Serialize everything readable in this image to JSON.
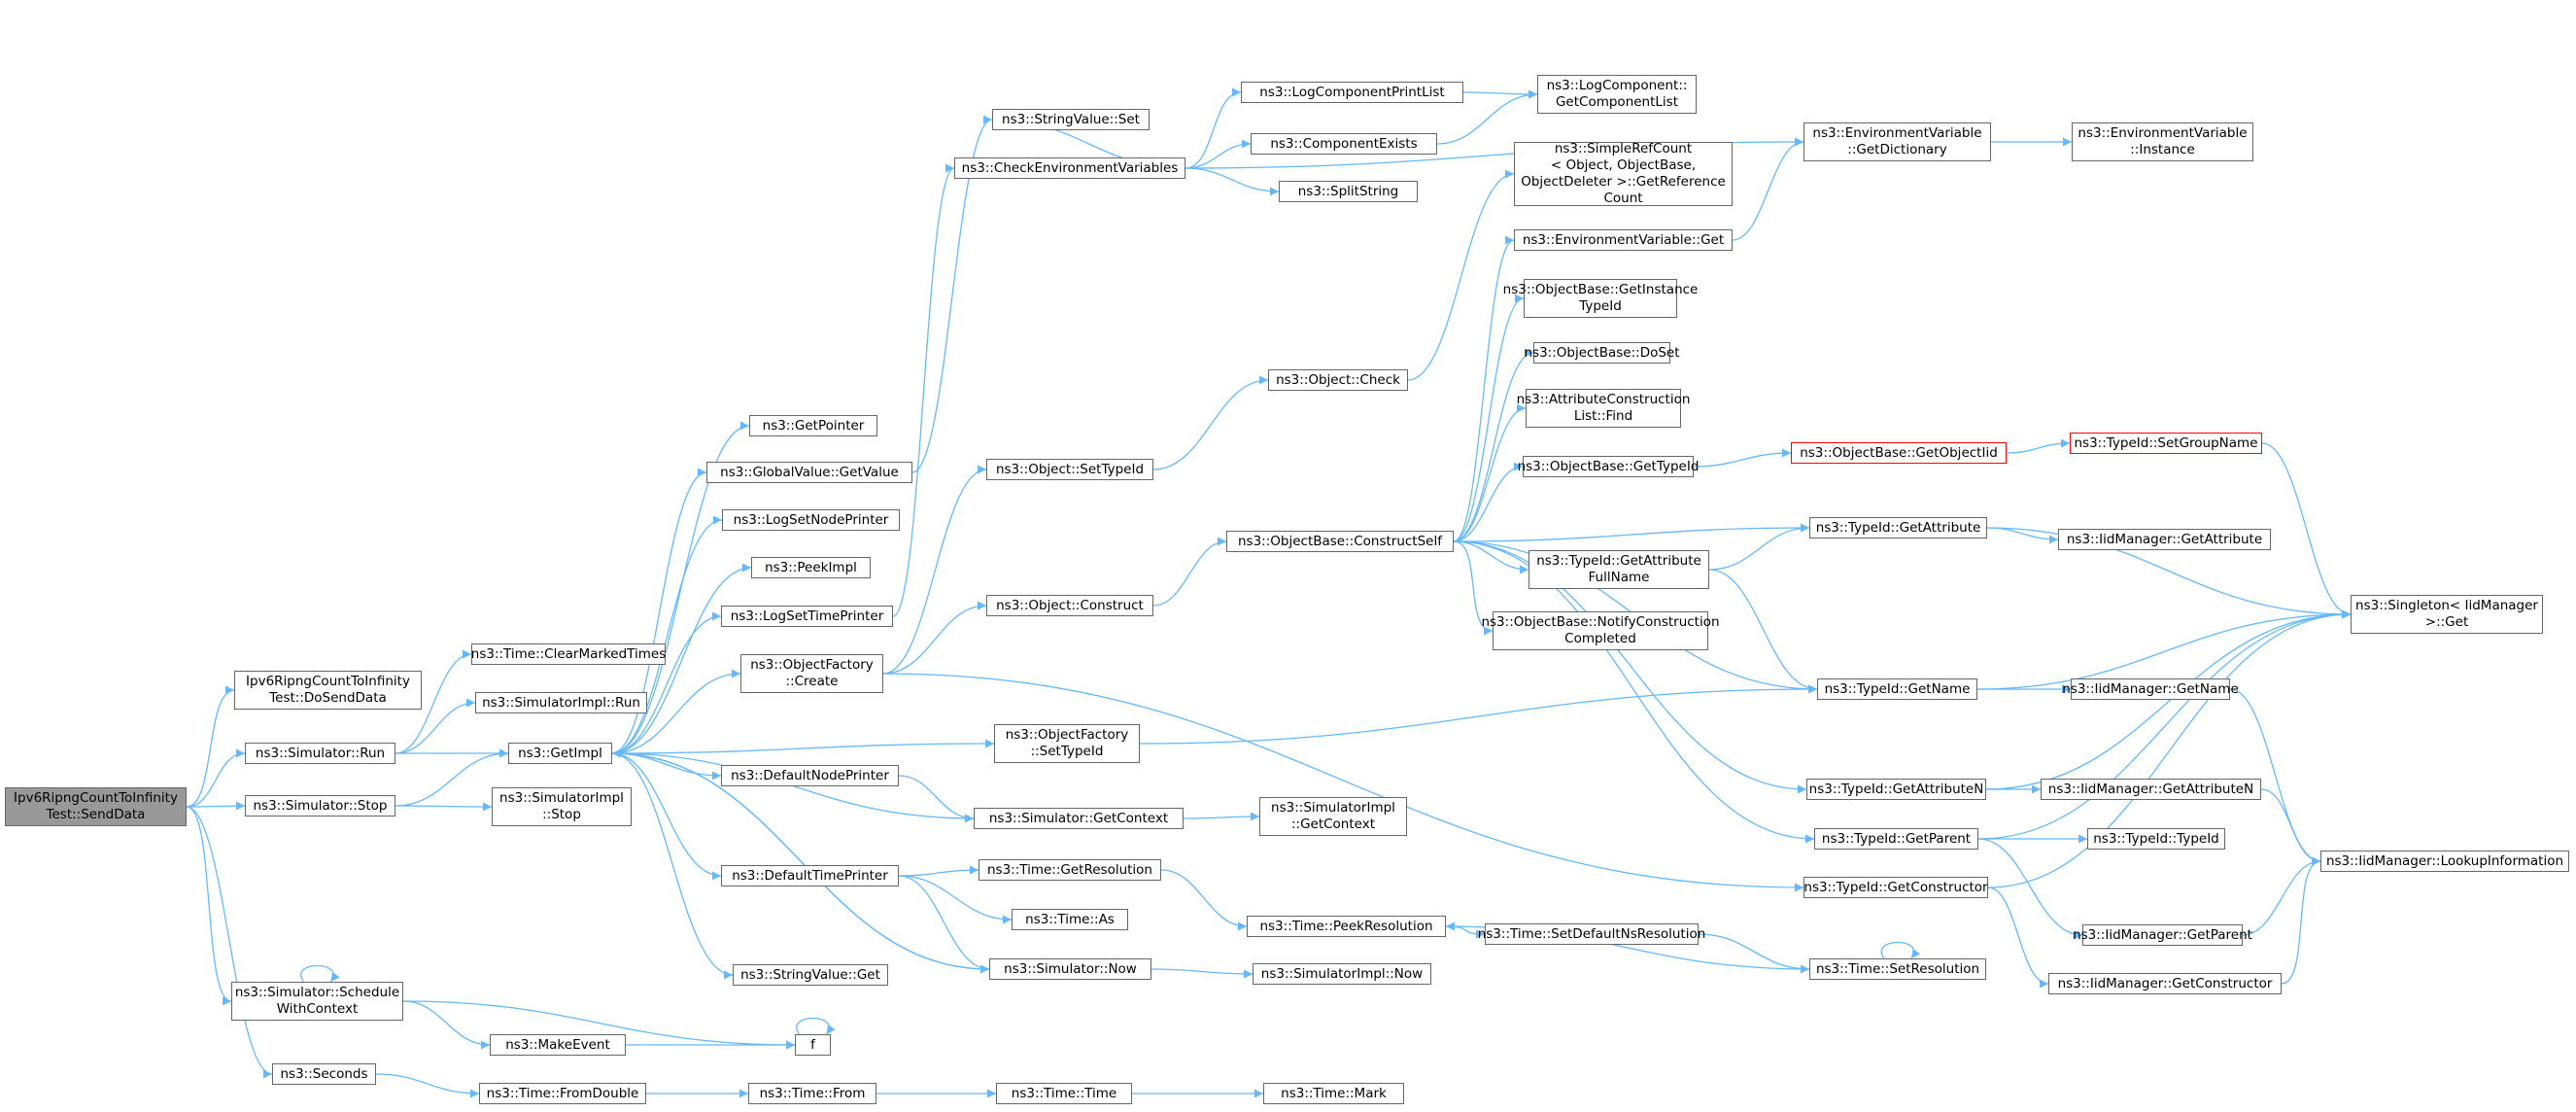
{
  "graph": {
    "edge_color": "#63b8ff",
    "node_border": "#666666",
    "root_fill": "#999999",
    "truncated_border": "#ff0000",
    "nodes": [
      {
        "id": "root",
        "lines": [
          "Ipv6RipngCountToInfinity",
          "Test::SendData"
        ],
        "style": "root"
      },
      {
        "id": "dosend",
        "lines": [
          "Ipv6RipngCountToInfinity",
          "Test::DoSendData"
        ]
      },
      {
        "id": "simrun",
        "lines": [
          "ns3::Simulator::Run"
        ]
      },
      {
        "id": "simstop",
        "lines": [
          "ns3::Simulator::Stop"
        ]
      },
      {
        "id": "schedctx",
        "lines": [
          "ns3::Simulator::Schedule",
          "WithContext"
        ]
      },
      {
        "id": "seconds",
        "lines": [
          "ns3::Seconds"
        ]
      },
      {
        "id": "clearmarked",
        "lines": [
          "ns3::Time::ClearMarkedTimes"
        ]
      },
      {
        "id": "implrun",
        "lines": [
          "ns3::SimulatorImpl::Run"
        ]
      },
      {
        "id": "getimpl",
        "lines": [
          "ns3::GetImpl"
        ]
      },
      {
        "id": "implstop",
        "lines": [
          "ns3::SimulatorImpl",
          "::Stop"
        ]
      },
      {
        "id": "makeevent",
        "lines": [
          "ns3::MakeEvent"
        ]
      },
      {
        "id": "f",
        "lines": [
          "f"
        ]
      },
      {
        "id": "fromdouble",
        "lines": [
          "ns3::Time::FromDouble"
        ]
      },
      {
        "id": "timefrom",
        "lines": [
          "ns3::Time::From"
        ]
      },
      {
        "id": "timetime",
        "lines": [
          "ns3::Time::Time"
        ]
      },
      {
        "id": "timemark",
        "lines": [
          "ns3::Time::Mark"
        ]
      },
      {
        "id": "getpointer",
        "lines": [
          "ns3::GetPointer"
        ]
      },
      {
        "id": "gvgetvalue",
        "lines": [
          "ns3::GlobalValue::GetValue"
        ]
      },
      {
        "id": "lognodeprinter",
        "lines": [
          "ns3::LogSetNodePrinter"
        ]
      },
      {
        "id": "peekimpl",
        "lines": [
          "ns3::PeekImpl"
        ]
      },
      {
        "id": "logtimeprinter",
        "lines": [
          "ns3::LogSetTimePrinter"
        ]
      },
      {
        "id": "ofcreate",
        "lines": [
          "ns3::ObjectFactory",
          "::Create"
        ]
      },
      {
        "id": "defnodeprinter",
        "lines": [
          "ns3::DefaultNodePrinter"
        ]
      },
      {
        "id": "deftimeprinter",
        "lines": [
          "ns3::DefaultTimePrinter"
        ]
      },
      {
        "id": "svget",
        "lines": [
          "ns3::StringValue::Get"
        ]
      },
      {
        "id": "svset",
        "lines": [
          "ns3::StringValue::Set"
        ]
      },
      {
        "id": "checkenv",
        "lines": [
          "ns3::CheckEnvironmentVariables"
        ]
      },
      {
        "id": "objsettypeid",
        "lines": [
          "ns3::Object::SetTypeId"
        ]
      },
      {
        "id": "objconstruct",
        "lines": [
          "ns3::Object::Construct"
        ]
      },
      {
        "id": "ofsettypeid",
        "lines": [
          "ns3::ObjectFactory",
          "::SetTypeId"
        ]
      },
      {
        "id": "simgetctx",
        "lines": [
          "ns3::Simulator::GetContext"
        ]
      },
      {
        "id": "timegetres",
        "lines": [
          "ns3::Time::GetResolution"
        ]
      },
      {
        "id": "timeas",
        "lines": [
          "ns3::Time::As"
        ]
      },
      {
        "id": "simnow",
        "lines": [
          "ns3::Simulator::Now"
        ]
      },
      {
        "id": "logcompprint",
        "lines": [
          "ns3::LogComponentPrintList"
        ]
      },
      {
        "id": "compexists",
        "lines": [
          "ns3::ComponentExists"
        ]
      },
      {
        "id": "splitstring",
        "lines": [
          "ns3::SplitString"
        ]
      },
      {
        "id": "objcheck",
        "lines": [
          "ns3::Object::Check"
        ]
      },
      {
        "id": "construct",
        "lines": [
          "ns3::ObjectBase::ConstructSelf"
        ]
      },
      {
        "id": "implgetctx",
        "lines": [
          "ns3::SimulatorImpl",
          "::GetContext"
        ]
      },
      {
        "id": "peekres",
        "lines": [
          "ns3::Time::PeekResolution"
        ]
      },
      {
        "id": "implnow",
        "lines": [
          "ns3::SimulatorImpl::Now"
        ]
      },
      {
        "id": "getcomplist",
        "lines": [
          "ns3::LogComponent::",
          "GetComponentList"
        ]
      },
      {
        "id": "simplerefcount",
        "lines": [
          "ns3::SimpleRefCount",
          "< Object, ObjectBase,",
          "ObjectDeleter >::GetReference",
          "Count"
        ]
      },
      {
        "id": "envget",
        "lines": [
          "ns3::EnvironmentVariable::Get"
        ]
      },
      {
        "id": "getinstancetid",
        "lines": [
          "ns3::ObjectBase::GetInstance",
          "TypeId"
        ]
      },
      {
        "id": "doset",
        "lines": [
          "ns3::ObjectBase::DoSet"
        ]
      },
      {
        "id": "attrfind",
        "lines": [
          "ns3::AttributeConstruction",
          "List::Find"
        ]
      },
      {
        "id": "obgettypeid",
        "lines": [
          "ns3::ObjectBase::GetTypeId"
        ]
      },
      {
        "id": "tidgetattrfull",
        "lines": [
          "ns3::TypeId::GetAttribute",
          "FullName"
        ]
      },
      {
        "id": "notifyconstr",
        "lines": [
          "ns3::ObjectBase::NotifyConstruction",
          "Completed"
        ]
      },
      {
        "id": "setdefaultres",
        "lines": [
          "ns3::Time::SetDefaultNsResolution"
        ]
      },
      {
        "id": "envgetdict",
        "lines": [
          "ns3::EnvironmentVariable",
          "::GetDictionary"
        ]
      },
      {
        "id": "obgetobjectiid",
        "lines": [
          "ns3::ObjectBase::GetObjectIid"
        ],
        "style": "trunc"
      },
      {
        "id": "tidgetattr",
        "lines": [
          "ns3::TypeId::GetAttribute"
        ]
      },
      {
        "id": "tidgetname",
        "lines": [
          "ns3::TypeId::GetName"
        ]
      },
      {
        "id": "tidgetattrn",
        "lines": [
          "ns3::TypeId::GetAttributeN"
        ]
      },
      {
        "id": "tidgetparent",
        "lines": [
          "ns3::TypeId::GetParent"
        ]
      },
      {
        "id": "tidgetctor",
        "lines": [
          "ns3::TypeId::GetConstructor"
        ]
      },
      {
        "id": "timesetres",
        "lines": [
          "ns3::Time::SetResolution"
        ]
      },
      {
        "id": "envinstance",
        "lines": [
          "ns3::EnvironmentVariable",
          "::Instance"
        ]
      },
      {
        "id": "tidsetgroup",
        "lines": [
          "ns3::TypeId::SetGroupName"
        ],
        "style": "trunc"
      },
      {
        "id": "iidgetattr",
        "lines": [
          "ns3::IidManager::GetAttribute"
        ]
      },
      {
        "id": "iidgetname",
        "lines": [
          "ns3::IidManager::GetName"
        ]
      },
      {
        "id": "iidgetattrn",
        "lines": [
          "ns3::IidManager::GetAttributeN"
        ]
      },
      {
        "id": "tidtypeid",
        "lines": [
          "ns3::TypeId::TypeId"
        ]
      },
      {
        "id": "iidgetparent",
        "lines": [
          "ns3::IidManager::GetParent"
        ]
      },
      {
        "id": "iidgetctor",
        "lines": [
          "ns3::IidManager::GetConstructor"
        ]
      },
      {
        "id": "singletonget",
        "lines": [
          "ns3::Singleton< IidManager",
          ">::Get"
        ]
      },
      {
        "id": "iidlookup",
        "lines": [
          "ns3::IidManager::LookupInformation"
        ]
      }
    ],
    "edges": [
      [
        "root",
        "dosend"
      ],
      [
        "root",
        "simrun"
      ],
      [
        "root",
        "simstop"
      ],
      [
        "root",
        "schedctx"
      ],
      [
        "root",
        "seconds"
      ],
      [
        "simrun",
        "clearmarked"
      ],
      [
        "simrun",
        "implrun"
      ],
      [
        "simrun",
        "getimpl"
      ],
      [
        "simstop",
        "getimpl"
      ],
      [
        "simstop",
        "implstop"
      ],
      [
        "schedctx",
        "schedctx"
      ],
      [
        "schedctx",
        "makeevent"
      ],
      [
        "schedctx",
        "f"
      ],
      [
        "makeevent",
        "f"
      ],
      [
        "f",
        "f"
      ],
      [
        "seconds",
        "fromdouble"
      ],
      [
        "fromdouble",
        "timefrom"
      ],
      [
        "timefrom",
        "timetime"
      ],
      [
        "timetime",
        "timemark"
      ],
      [
        "getimpl",
        "getpointer"
      ],
      [
        "getimpl",
        "gvgetvalue"
      ],
      [
        "getimpl",
        "lognodeprinter"
      ],
      [
        "getimpl",
        "peekimpl"
      ],
      [
        "getimpl",
        "logtimeprinter"
      ],
      [
        "getimpl",
        "ofcreate"
      ],
      [
        "getimpl",
        "ofsettypeid"
      ],
      [
        "getimpl",
        "defnodeprinter"
      ],
      [
        "getimpl",
        "deftimeprinter"
      ],
      [
        "getimpl",
        "svget"
      ],
      [
        "getimpl",
        "simnow"
      ],
      [
        "gvgetvalue",
        "svset"
      ],
      [
        "logtimeprinter",
        "checkenv"
      ],
      [
        "ofcreate",
        "objsettypeid"
      ],
      [
        "ofcreate",
        "objconstruct"
      ],
      [
        "ofcreate",
        "tidgetctor"
      ],
      [
        "defnodeprinter",
        "simgetctx"
      ],
      [
        "simgetctx",
        "getimpl"
      ],
      [
        "simgetctx",
        "implgetctx"
      ],
      [
        "deftimeprinter",
        "timegetres"
      ],
      [
        "deftimeprinter",
        "timeas"
      ],
      [
        "deftimeprinter",
        "simnow"
      ],
      [
        "simnow",
        "getimpl"
      ],
      [
        "simnow",
        "implnow"
      ],
      [
        "timegetres",
        "peekres"
      ],
      [
        "checkenv",
        "svset"
      ],
      [
        "checkenv",
        "logcompprint"
      ],
      [
        "checkenv",
        "compexists"
      ],
      [
        "checkenv",
        "splitstring"
      ],
      [
        "checkenv",
        "envgetdict"
      ],
      [
        "logcompprint",
        "getcomplist"
      ],
      [
        "compexists",
        "getcomplist"
      ],
      [
        "objsettypeid",
        "objcheck"
      ],
      [
        "objcheck",
        "simplerefcount"
      ],
      [
        "objconstruct",
        "construct"
      ],
      [
        "ofsettypeid",
        "tidgetname"
      ],
      [
        "construct",
        "envget"
      ],
      [
        "construct",
        "getinstancetid"
      ],
      [
        "construct",
        "doset"
      ],
      [
        "construct",
        "attrfind"
      ],
      [
        "construct",
        "obgettypeid"
      ],
      [
        "construct",
        "tidgetattr"
      ],
      [
        "construct",
        "tidgetattrfull"
      ],
      [
        "construct",
        "notifyconstr"
      ],
      [
        "construct",
        "tidgetname"
      ],
      [
        "construct",
        "tidgetattrn"
      ],
      [
        "construct",
        "tidgetparent"
      ],
      [
        "envget",
        "envgetdict"
      ],
      [
        "envgetdict",
        "envinstance"
      ],
      [
        "obgettypeid",
        "obgetobjectiid"
      ],
      [
        "obgetobjectiid",
        "tidsetgroup"
      ],
      [
        "tidsetgroup",
        "singletonget"
      ],
      [
        "tidgetattrfull",
        "tidgetattr"
      ],
      [
        "tidgetattrfull",
        "tidgetname"
      ],
      [
        "tidgetattr",
        "iidgetattr"
      ],
      [
        "tidgetattr",
        "singletonget"
      ],
      [
        "tidgetname",
        "iidgetname"
      ],
      [
        "tidgetname",
        "singletonget"
      ],
      [
        "tidgetattrn",
        "iidgetattrn"
      ],
      [
        "tidgetattrn",
        "singletonget"
      ],
      [
        "tidgetparent",
        "tidtypeid"
      ],
      [
        "tidgetparent",
        "iidgetparent"
      ],
      [
        "tidgetparent",
        "singletonget"
      ],
      [
        "tidgetctor",
        "iidgetctor"
      ],
      [
        "tidgetctor",
        "singletonget"
      ],
      [
        "iidgetname",
        "iidlookup"
      ],
      [
        "iidgetattrn",
        "iidlookup"
      ],
      [
        "iidgetparent",
        "iidlookup"
      ],
      [
        "iidgetctor",
        "iidlookup"
      ],
      [
        "peekres",
        "setdefaultres"
      ],
      [
        "setdefaultres",
        "timesetres"
      ],
      [
        "timesetres",
        "peekres"
      ],
      [
        "timesetres",
        "timesetres"
      ]
    ]
  }
}
